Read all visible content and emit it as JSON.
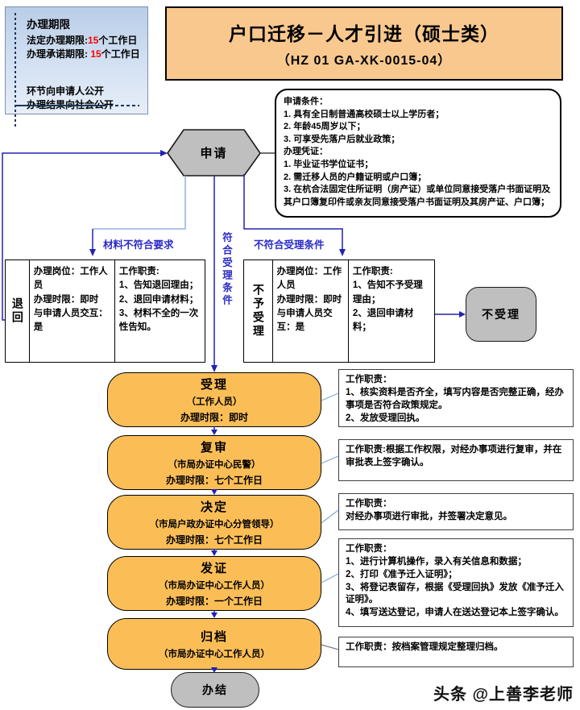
{
  "info_box": {
    "title": "办理期限",
    "legal_label": "法定办理期限:",
    "legal_days": "15",
    "legal_suffix": "个工作日",
    "promise_label": "办理承诺期限: ",
    "promise_days": "15",
    "promise_suffix": "个工作日",
    "open_line1": "环节向申请人公开",
    "open_line2": "办理结果向社会公开"
  },
  "title_box": {
    "title": "户口迁移－人才引进（硕士类）",
    "code": "（HZ 01 GA-XK-0015-04）"
  },
  "conditions_box": {
    "text": "申请条件：\n1. 具有全日制普通高校硕士以上学历者；\n2. 年龄45周岁以下；\n3. 可享受先落户后就业政策；\n办理凭证：\n1. 毕业证书学位证书；\n2. 需迁移人员的户籍证明或户口簿；\n3. 在杭合法固定住所证明（房产证）或单位同意接受落户书面证明及其户口簿复印件或亲友同意接受落户书面证明及其房产证、户口簿；"
  },
  "apply": {
    "label": "申请"
  },
  "branches": {
    "left_label": "材料不符合要求",
    "middle_label": "符合受理条件",
    "right_label": "不符合受理条件"
  },
  "return_box": {
    "title": "退回",
    "info": "办理岗位：工作人员\n办理时限：即时\n与申请人员交互：是",
    "duty": "工作职责:\n1、告知退回理由；\n2、退回申请材料；\n3、材料不全的一次性告知。"
  },
  "reject_box": {
    "title": "不予受理",
    "info": "办理岗位：工作人员\n办理时限：即时\n与申请人员交互：是",
    "duty": "工作职责:\n1、告知不予受理理由；\n2、退回申请材料；"
  },
  "not_accepted": {
    "label": "不受理"
  },
  "process": [
    {
      "title": "受理",
      "role": "（工作人员）",
      "time": "办理时限：即时",
      "duty": "工作职责：\n1、核实资料是否齐全，填写内容是否完整正确，经办事项是否符合政策规定。\n2、发放受理回执。"
    },
    {
      "title": "复审",
      "role": "（市局办证中心民警）",
      "time": "办理时限：七个工作日",
      "duty": "工作职责:根据工作权限，对经办事项进行复审，并在审批表上签字确认。"
    },
    {
      "title": "决定",
      "role": "（市局户政办证中心分管领导）",
      "time": "办理时限：七个工作日",
      "duty": "工作职责：\n对经办事项进行审批，并签署决定意见。"
    },
    {
      "title": "发证",
      "role": "（市局办证中心工作人员）",
      "time": "办理时限：一个工作日",
      "duty": "工作职责：\n1、进行计算机操作，录入有关信息和数据；\n2、打印《准予迁入证明》；\n3、将登记表留存，根据《受理回执》发放《准予迁入证明》。\n4、填写送达登记，申请人在送达登记本上签字确认。"
    },
    {
      "title": "归档",
      "role": "（市局办证中心工作人员）",
      "time": "",
      "duty": "工作职责：按档案管理规定整理归档。"
    }
  ],
  "end": {
    "label": "办结"
  },
  "watermark": "头条 @上善李老师",
  "colors": {
    "process_fill": "#FBBE57",
    "title_fill": "#F8C88F",
    "shape_gray": "#BFBFBF",
    "arrow_blue": "#2222B2",
    "light_blue": "#8EB4E3",
    "label_blue": "#2B2BC8",
    "highlight_red": "#FF0000"
  }
}
